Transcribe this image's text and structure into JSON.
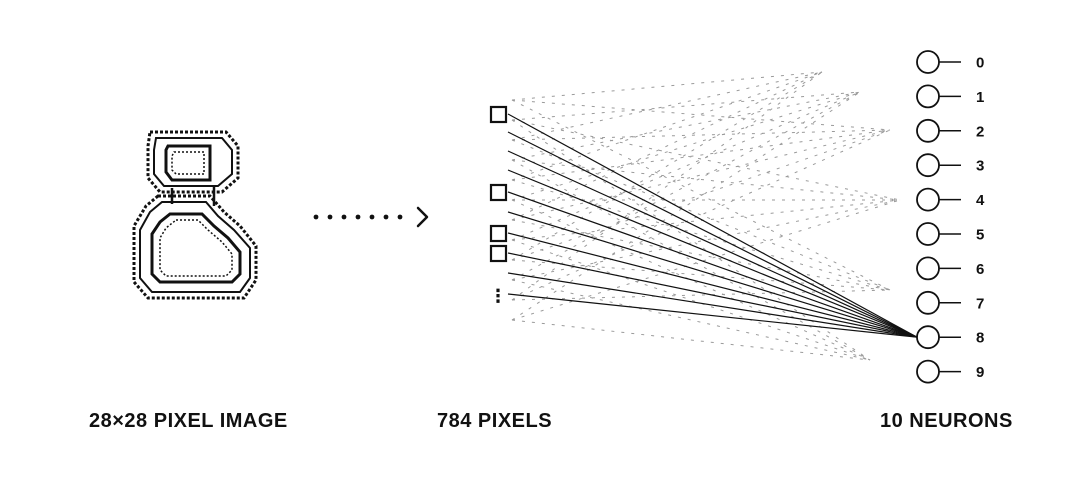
{
  "captions": {
    "image": "28×28 PIXEL IMAGE",
    "pixels": "784 PIXELS",
    "neurons": "10 NEURONS"
  },
  "input_digit": "8",
  "neurons": [
    "0",
    "1",
    "2",
    "3",
    "4",
    "5",
    "6",
    "7",
    "8",
    "9"
  ],
  "active_neuron": "8",
  "pixel_ellipsis": "⋮",
  "colors": {
    "ink": "#111111",
    "faint": "#9a9a9a",
    "background": "#ffffff"
  },
  "icons": {
    "arrow": "dotted-arrow-icon"
  }
}
